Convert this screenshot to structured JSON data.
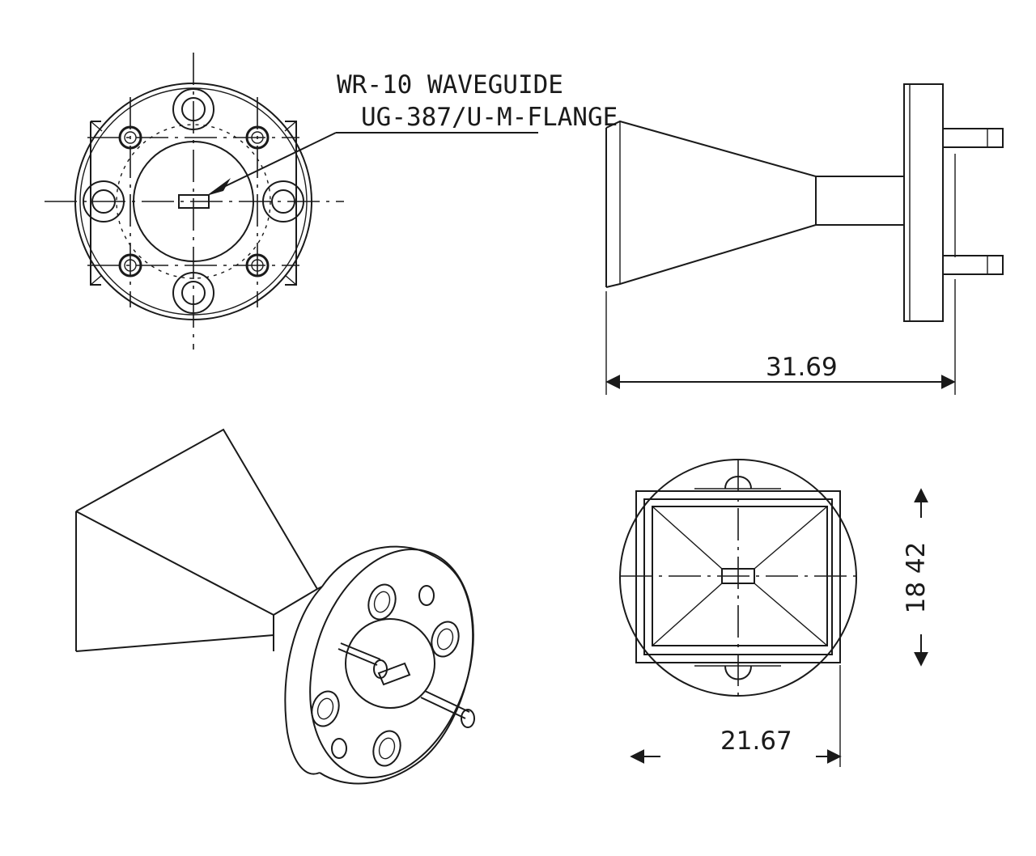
{
  "labels": {
    "waveguide": "WR-10 WAVEGUIDE",
    "flange": "UG-387/U-M-FLANGE"
  },
  "dimensions": {
    "length": "31.69",
    "height": "18 42",
    "width": "21.67"
  },
  "colors": {
    "line": "#1a1a1a",
    "background": "#ffffff"
  }
}
